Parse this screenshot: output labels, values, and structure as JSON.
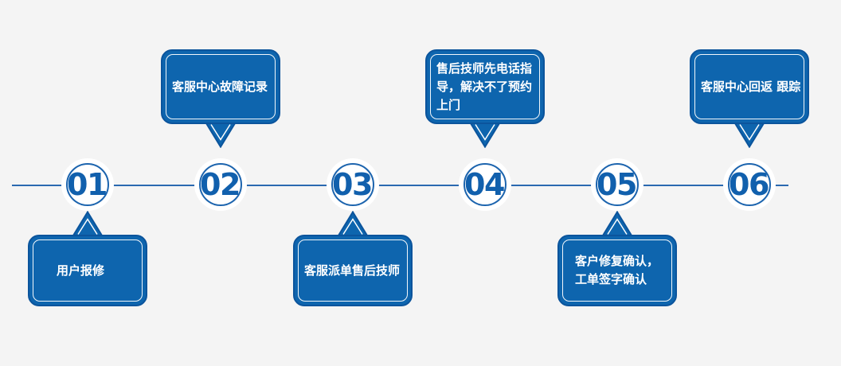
{
  "page": {
    "background": "#f4f4f4",
    "description_colors": {
      "bubble_fill": "#0e65ae",
      "bubble_border": "#0b549c",
      "ring_blue": "#1c64ae",
      "number_blue": "#1160ad",
      "line_blue": "#2a69b0",
      "bubble_text": "#ffffff"
    }
  },
  "steps": [
    {
      "number": "01",
      "label": "用户报修",
      "bubble_position": "below"
    },
    {
      "number": "02",
      "label": "客服中心故障记录",
      "bubble_position": "above"
    },
    {
      "number": "03",
      "label": "客服派单售后技师",
      "bubble_position": "below"
    },
    {
      "number": "04",
      "label": "售后技师先电话指导，解决不了预约上门",
      "bubble_position": "above"
    },
    {
      "number": "05",
      "label": "客户修复确认，工单签字确认",
      "bubble_position": "below"
    },
    {
      "number": "06",
      "label": "客服中心回返 跟踪",
      "bubble_position": "above"
    }
  ]
}
